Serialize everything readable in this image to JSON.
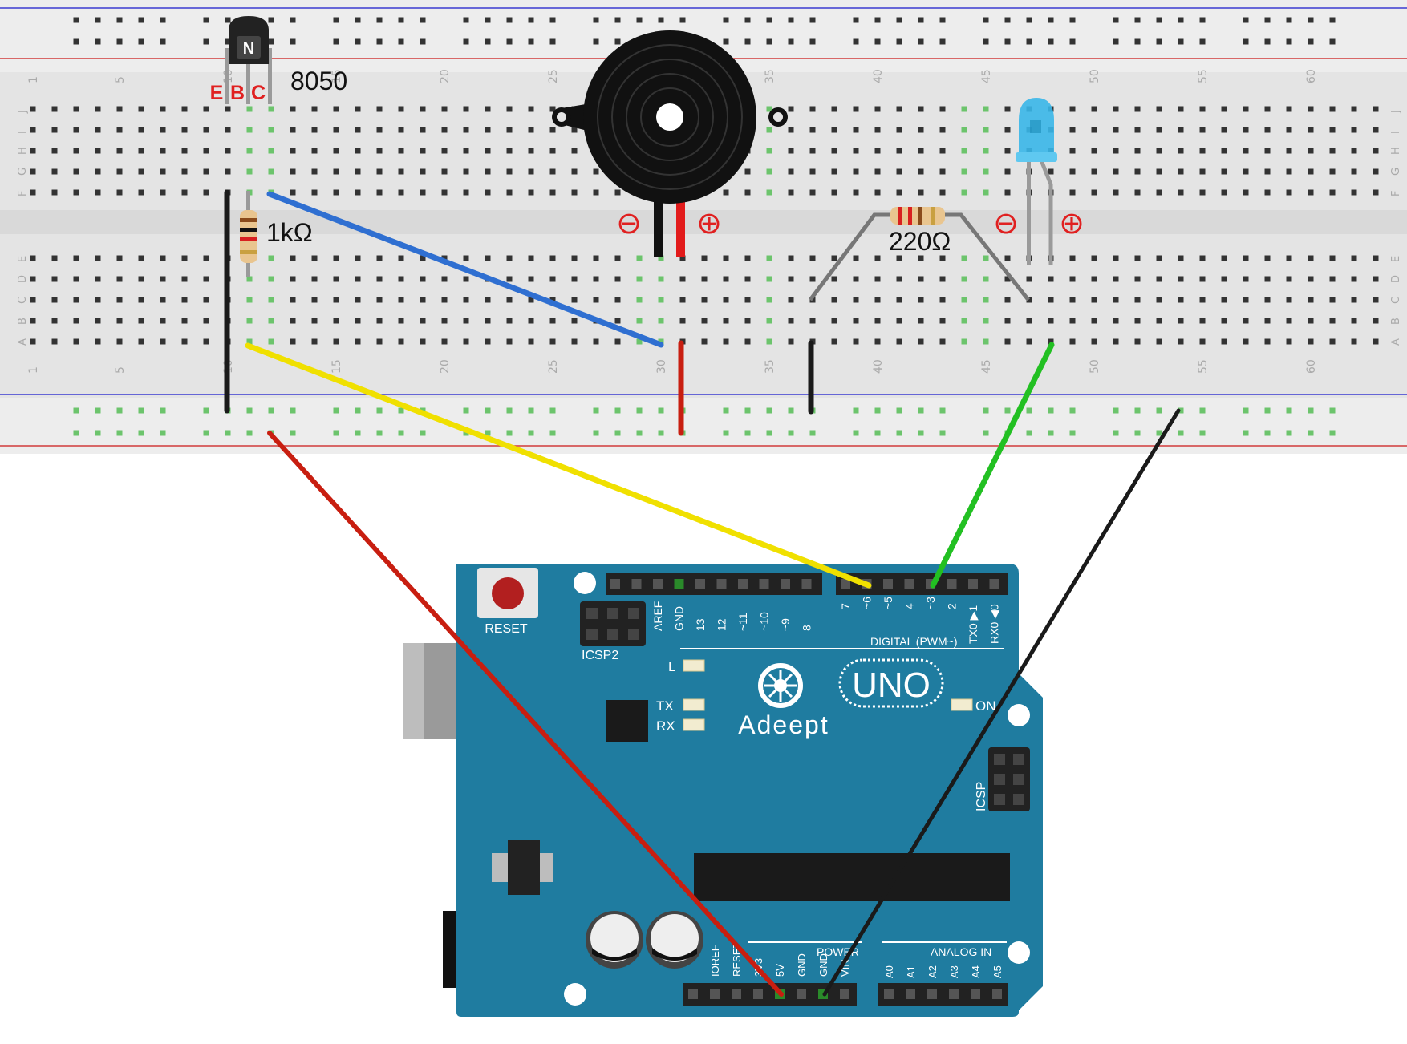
{
  "breadboard": {
    "column_numbers": [
      "1",
      "5",
      "10",
      "15",
      "20",
      "25",
      "30",
      "35",
      "40",
      "45",
      "50",
      "55",
      "60"
    ],
    "row_letters_top": [
      "J",
      "I",
      "H",
      "G",
      "F"
    ],
    "row_letters_bottom": [
      "E",
      "D",
      "C",
      "B",
      "A"
    ]
  },
  "components": {
    "transistor": {
      "model": "8050",
      "pin_e": "E",
      "pin_b": "B",
      "pin_c": "C",
      "body_mark": "N"
    },
    "resistor_base": {
      "value": "1kΩ"
    },
    "resistor_led": {
      "value": "220Ω"
    },
    "buzzer": {
      "minus_symbol": "⊖",
      "plus_symbol": "⊕"
    },
    "led": {
      "color": "#38b6e8",
      "minus_symbol": "⊖",
      "plus_symbol": "⊕"
    }
  },
  "arduino": {
    "brand": "Adeept",
    "model": "UNO",
    "reset_label": "RESET",
    "icsp2_label": "ICSP2",
    "icsp_label": "ICSP",
    "digital_label": "DIGITAL (PWM~)",
    "power_label": "POWER",
    "analog_label": "ANALOG IN",
    "led_labels": {
      "l": "L",
      "tx": "TX",
      "rx": "RX",
      "on": "ON"
    },
    "top_header_left_pins": [
      "AREF",
      "GND",
      "13",
      "12",
      "~11",
      "~10",
      "~9",
      "8"
    ],
    "top_header_right_pins": [
      "7",
      "~6",
      "~5",
      "4",
      "~3",
      "2",
      "TX0 ▶1",
      "RX0 ◀0"
    ],
    "power_pins": [
      "IOREF",
      "RESET",
      "3V3",
      "5V",
      "GND",
      "GND",
      "VIN"
    ],
    "analog_pins": [
      "A0",
      "A1",
      "A2",
      "A3",
      "A4",
      "A5"
    ],
    "board_color": "#1f7ca0"
  },
  "wires": [
    {
      "id": "black-E-to-rail",
      "color": "#1a1a1a"
    },
    {
      "id": "blue-C-to-buzzer",
      "color": "#2f6fd1"
    },
    {
      "id": "yellow-pin6",
      "color": "#f0e000"
    },
    {
      "id": "red-5V",
      "color": "#c81e10"
    },
    {
      "id": "red-buzzer-rail",
      "color": "#c81e10"
    },
    {
      "id": "black-resistor-rail",
      "color": "#1a1a1a"
    },
    {
      "id": "green-pin3",
      "color": "#22c022"
    },
    {
      "id": "black-GND",
      "color": "#1a1a1a"
    }
  ]
}
